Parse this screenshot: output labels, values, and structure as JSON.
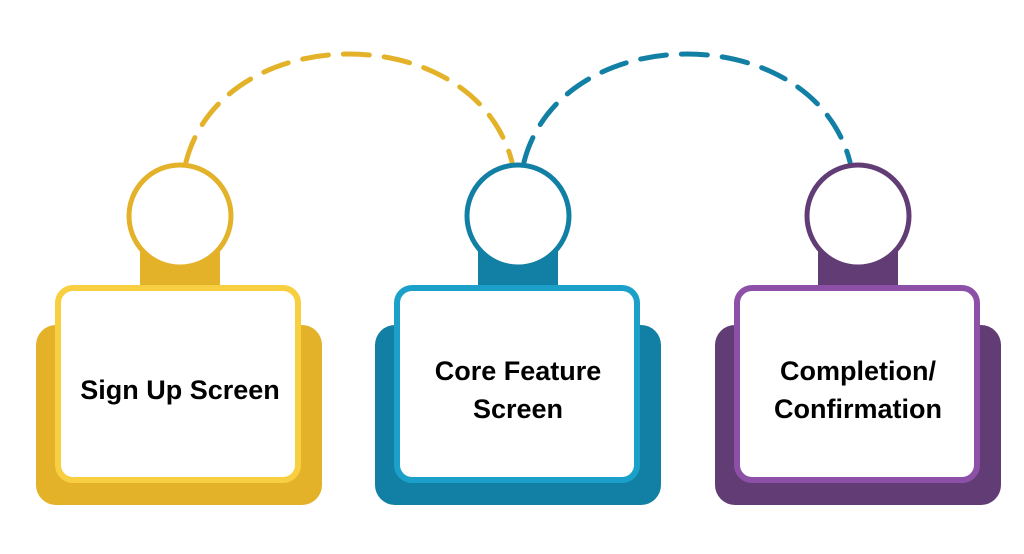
{
  "diagram": {
    "steps": [
      {
        "label_lines": [
          "Sign Up Screen"
        ],
        "color_dark": "#E3B229",
        "color_light": "#F8CF40"
      },
      {
        "label_lines": [
          "Core Feature",
          "Screen"
        ],
        "color_dark": "#127FA4",
        "color_light": "#1BA1C9"
      },
      {
        "label_lines": [
          "Completion/",
          "Confirmation"
        ],
        "color_dark": "#613C75",
        "color_light": "#8C51A6"
      }
    ],
    "connectors": [
      {
        "from_step": 1,
        "to_step": 2,
        "style": "dashed",
        "color": "#E3B229"
      },
      {
        "from_step": 2,
        "to_step": 3,
        "style": "dashed",
        "color": "#127FA4"
      }
    ]
  }
}
